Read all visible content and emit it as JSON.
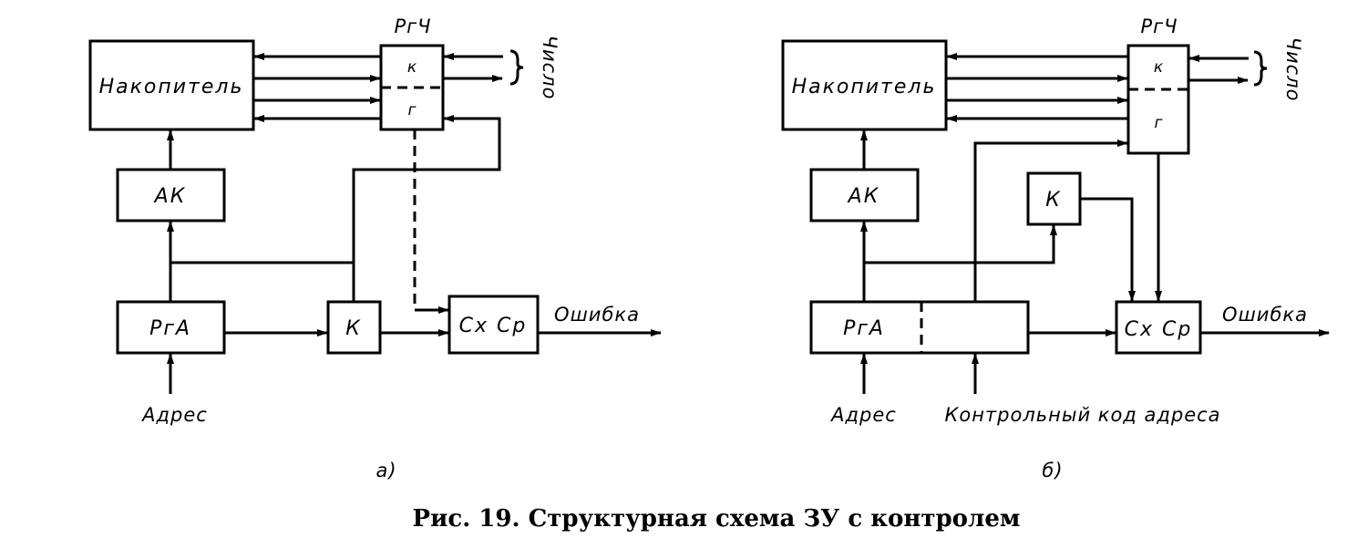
{
  "diagrams": {
    "a": {
      "sublabel": "а)",
      "store": "Накопитель",
      "ak": "АК",
      "rga": "PгА",
      "k": "К",
      "cxcp": "Сх Ср",
      "rgch": "PгЧ",
      "rgch_k": "к",
      "rgch_g": "г",
      "number": "Число",
      "error": "Ошибка",
      "address": "Адрес"
    },
    "b": {
      "sublabel": "б)",
      "store": "Накопитель",
      "ak": "АК",
      "rga": "PгА",
      "k": "К",
      "cxcp": "Сх Ср",
      "rgch": "PгЧ",
      "rgch_k": "к",
      "rgch_g": "г",
      "number": "Число",
      "error": "Ошибка",
      "address": "Адрес",
      "control_code": "Контрольный код адреса"
    }
  },
  "caption": "Рис. 19. Структурная схема ЗУ с контролем"
}
